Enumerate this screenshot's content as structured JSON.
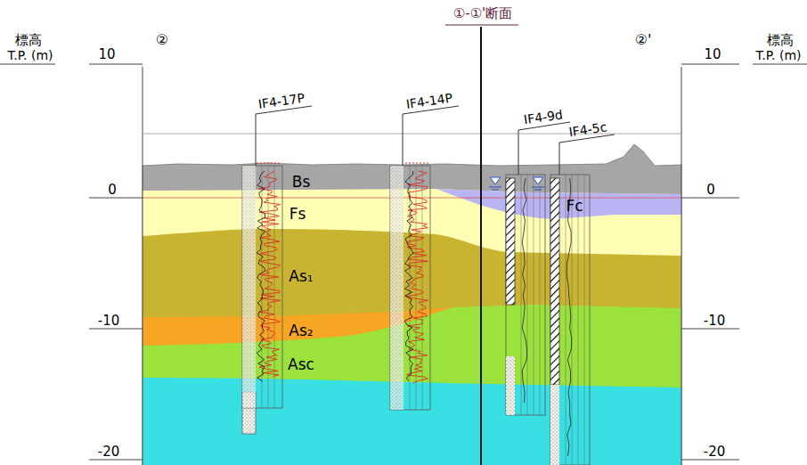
{
  "diagram": {
    "nodes": [
      {
        "text": [
          "Bs"
        ]
      },
      {
        "text": [
          "Fs"
        ]
      },
      {
        "text": [
          "Fc"
        ]
      },
      {
        "text": [
          "As₁"
        ]
      },
      {
        "text": [
          "As₂"
        ]
      },
      {
        "text": [
          "Asc"
        ]
      }
    ],
    "labels": [
      "標高",
      "T.P. (m)",
      "10",
      "0",
      "-10",
      "-20",
      "②",
      "①-①'断面",
      "②'",
      "標高",
      "T.P. (m)",
      "10",
      "0",
      "-10",
      "-20",
      "IF4-17P",
      "IF4-14P",
      "IF4-9d",
      "IF4-5c"
    ]
  }
}
